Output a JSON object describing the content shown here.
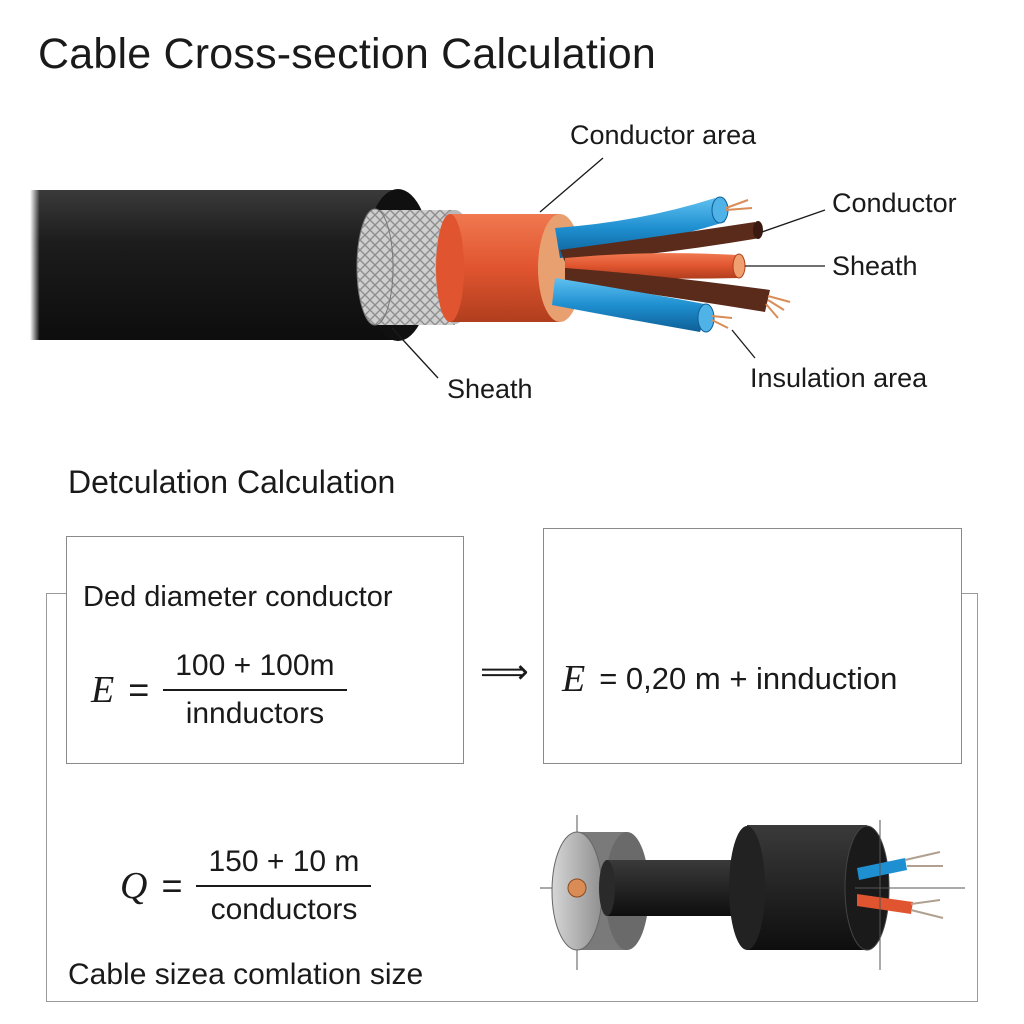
{
  "title": "Cable Cross-section Calculation",
  "callouts": {
    "conductor_area": "Conductor area",
    "conductor": "Conductor",
    "sheath_right": "Sheath",
    "insulation_area": "Insulation area",
    "sheath_bottom": "Sheath"
  },
  "section_heading": "Detculation Calculation",
  "left_box": {
    "label": "Ded diameter  conductor",
    "var": "E",
    "numerator": "100 + 100m",
    "denominator": "innductors"
  },
  "arrow": "⟹",
  "right_box": {
    "var": "E",
    "expression": "= 0,20  m + innduction"
  },
  "formula_q": {
    "var": "Q",
    "numerator": "150 + 10 m",
    "denominator": "conductors"
  },
  "footer_label": "Cable sizea comlation size",
  "colors": {
    "jacket": "#1c1c1c",
    "inner_sheath": "#e0552f",
    "blue_wire": "#1e8fd0",
    "brown_wire": "#5a2a1a",
    "copper": "#d98c55"
  }
}
